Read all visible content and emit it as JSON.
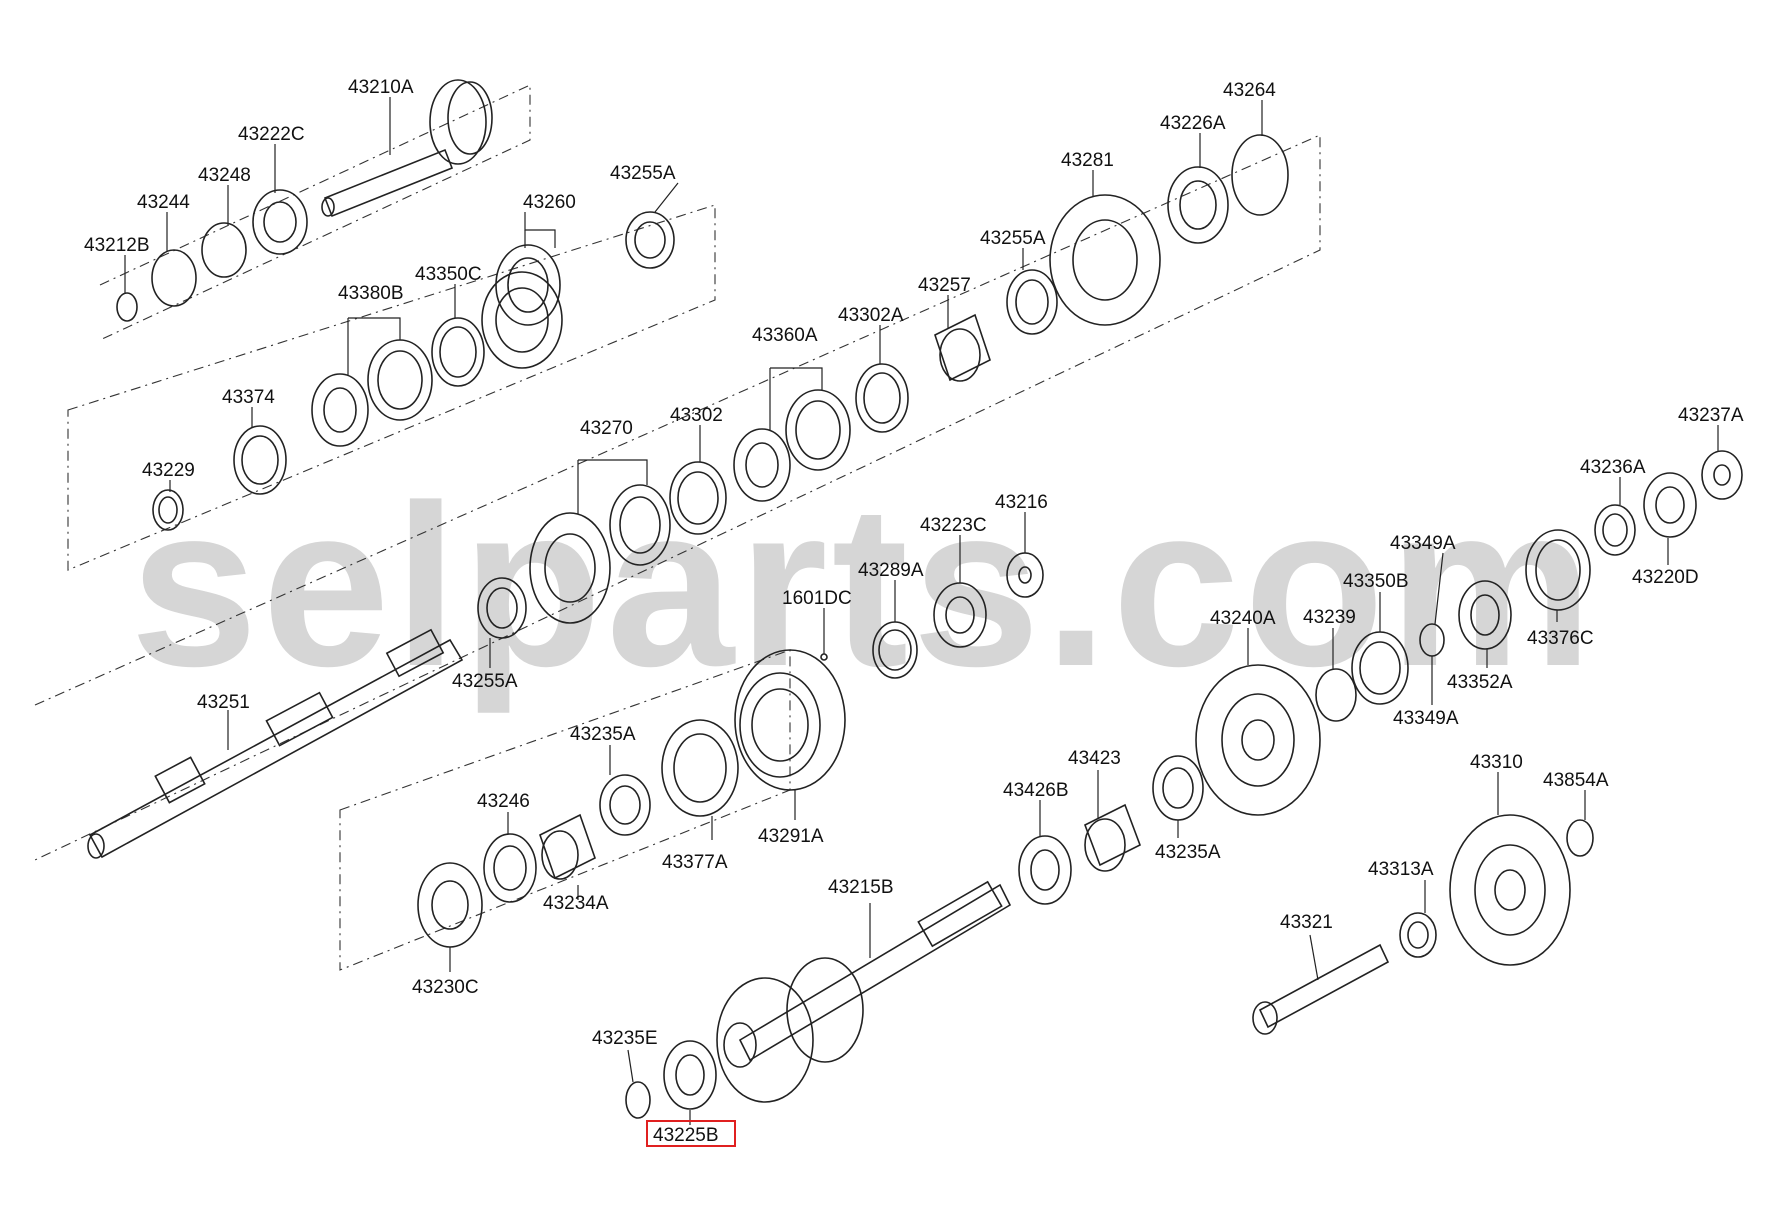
{
  "watermark": "selparts.com",
  "highlighted_part": "43225B",
  "labels": {
    "l43210A": "43210A",
    "l43222C": "43222C",
    "l43248": "43248",
    "l43244": "43244",
    "l43212B": "43212B",
    "l43260": "43260",
    "l43255A_1": "43255A",
    "l43350C": "43350C",
    "l43380B": "43380B",
    "l43374": "43374",
    "l43229": "43229",
    "l43264": "43264",
    "l43226A": "43226A",
    "l43281": "43281",
    "l43255A_2": "43255A",
    "l43257": "43257",
    "l43302A": "43302A",
    "l43360A": "43360A",
    "l43302": "43302",
    "l43270": "43270",
    "l43255A_3": "43255A",
    "l43251": "43251",
    "l43237A": "43237A",
    "l43236A": "43236A",
    "l43220D": "43220D",
    "l43216": "43216",
    "l43223C": "43223C",
    "l43289A": "43289A",
    "l1601DC": "1601DC",
    "l43349A_1": "43349A",
    "l43350B": "43350B",
    "l43239": "43239",
    "l43240A": "43240A",
    "l43376C": "43376C",
    "l43352A": "43352A",
    "l43349A_2": "43349A",
    "l43235A_1": "43235A",
    "l43246": "43246",
    "l43234A": "43234A",
    "l43377A": "43377A",
    "l43291A": "43291A",
    "l43230C": "43230C",
    "l43423": "43423",
    "l43426B": "43426B",
    "l43235A_2": "43235A",
    "l43310": "43310",
    "l43854A": "43854A",
    "l43313A": "43313A",
    "l43321": "43321",
    "l43215B": "43215B",
    "l43235E": "43235E",
    "l43225B": "43225B"
  }
}
